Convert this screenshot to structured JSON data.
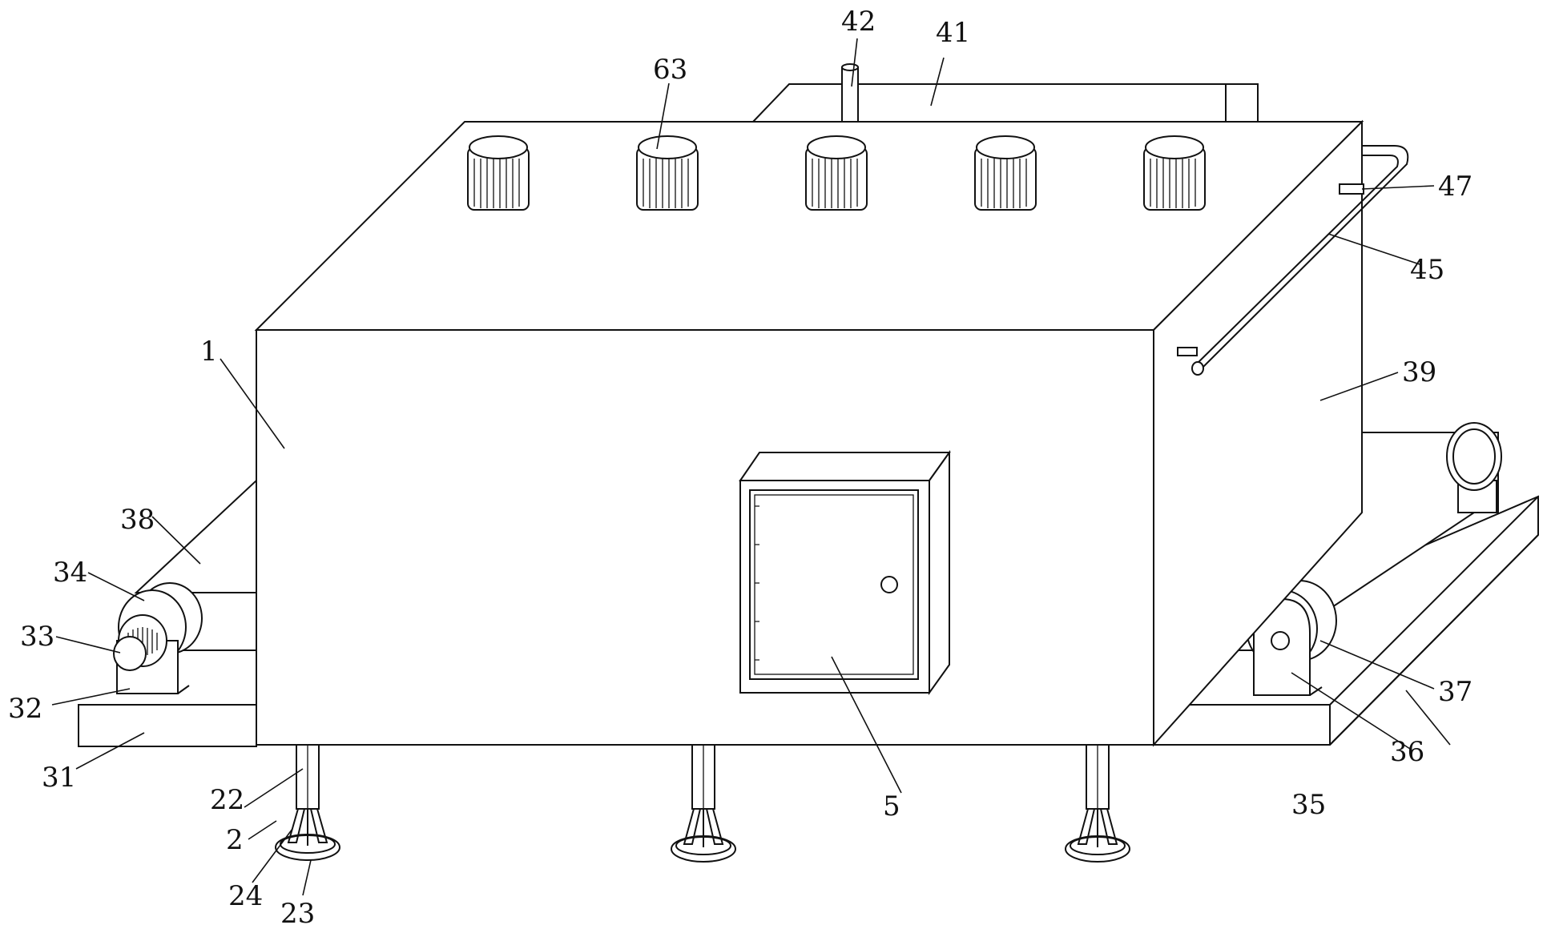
{
  "figure": {
    "labels": [
      {
        "id": "label-1",
        "text": "1"
      },
      {
        "id": "label-2",
        "text": "2"
      },
      {
        "id": "label-5",
        "text": "5"
      },
      {
        "id": "label-22",
        "text": "22"
      },
      {
        "id": "label-23",
        "text": "23"
      },
      {
        "id": "label-24",
        "text": "24"
      },
      {
        "id": "label-31",
        "text": "31"
      },
      {
        "id": "label-32",
        "text": "32"
      },
      {
        "id": "label-33",
        "text": "33"
      },
      {
        "id": "label-34",
        "text": "34"
      },
      {
        "id": "label-35",
        "text": "35"
      },
      {
        "id": "label-36",
        "text": "36"
      },
      {
        "id": "label-37",
        "text": "37"
      },
      {
        "id": "label-38",
        "text": "38"
      },
      {
        "id": "label-39",
        "text": "39"
      },
      {
        "id": "label-41",
        "text": "41"
      },
      {
        "id": "label-42",
        "text": "42"
      },
      {
        "id": "label-45",
        "text": "45"
      },
      {
        "id": "label-47",
        "text": "47"
      },
      {
        "id": "label-63",
        "text": "63"
      }
    ]
  }
}
